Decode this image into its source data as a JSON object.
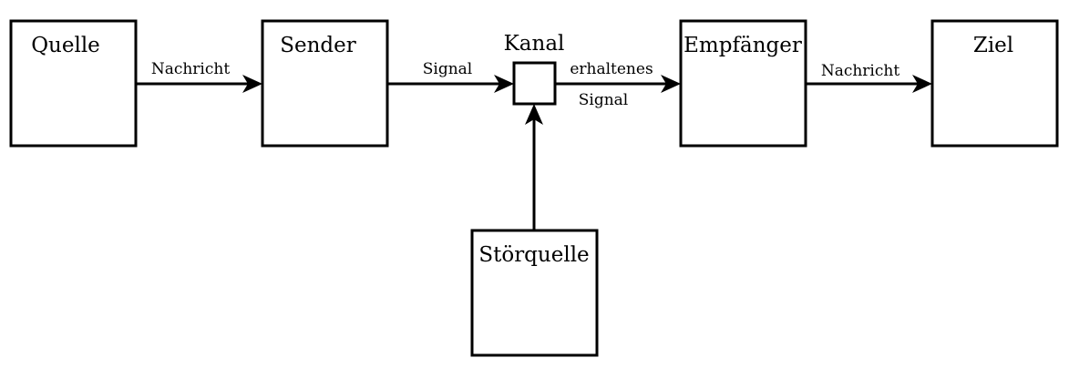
{
  "nodes": {
    "quelle": "Quelle",
    "sender": "Sender",
    "kanal": "Kanal",
    "empfaenger": "Empfänger",
    "ziel": "Ziel",
    "stoerquelle": "Störquelle"
  },
  "edges": {
    "quelle_sender": "Nachricht",
    "sender_kanal": "Signal",
    "kanal_empfaenger_line1": "erhaltenes",
    "kanal_empfaenger_line2": "Signal",
    "empfaenger_ziel": "Nachricht"
  }
}
